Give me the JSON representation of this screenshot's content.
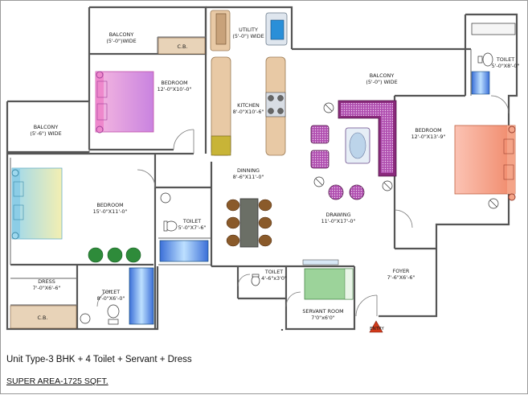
{
  "rooms": {
    "balcony_top_left": {
      "name": "BALCONY",
      "size": "(5'-0\")WIDE"
    },
    "cb_top": {
      "name": "C.B."
    },
    "utility": {
      "name": "UTILITY",
      "size": "(5'-0\") WIDE"
    },
    "balcony_top_right": {
      "name": "BALCONY",
      "size": "(5'-0\") WIDE"
    },
    "toilet_top_right": {
      "name": "TOILET",
      "size": "5'-0\"X8'-0\""
    },
    "bedroom_top": {
      "name": "BEDROOM",
      "size": "12'-0\"X10'-0\""
    },
    "kitchen": {
      "name": "KITCHEN",
      "size": "8'-0\"X10'-6\""
    },
    "bedroom_right": {
      "name": "BEDROOM",
      "size": "12'-0\"X13'-9\""
    },
    "balcony_left": {
      "name": "BALCONY",
      "size": "(5'-6\") WIDE"
    },
    "dinning": {
      "name": "DINNING",
      "size": "8'-6\"X11'-0\""
    },
    "drawing": {
      "name": "DRAWING",
      "size": "11'-0\"X17'-0\""
    },
    "bedroom_left": {
      "name": "BEDROOM",
      "size": "15'-0\"X11'-0\""
    },
    "toilet_mid": {
      "name": "TOILET",
      "size": "5'-0\"X7'-6\""
    },
    "foyer": {
      "name": "FOYER",
      "size": "7'-6\"X6'-6\""
    },
    "dress": {
      "name": "DRESS",
      "size": "7'-0\"X6'-6\""
    },
    "toilet_servant": {
      "name": "TOILET",
      "size": "4'-6\"x3'0\""
    },
    "toilet_bottom_left": {
      "name": "TOILET",
      "size": "8'-0\"X6'-0\""
    },
    "servant_room": {
      "name": "SERVANT ROOM",
      "size": "7'0\"x6'0\""
    },
    "cb_bottom": {
      "name": "C.B."
    },
    "entry": {
      "name": "ENTRY"
    }
  },
  "caption": {
    "unit_type": "Unit Type-3 BHK + 4 Toilet + Servant + Dress",
    "super_area": "SUPER AREA-1725 SQFT."
  },
  "colors": {
    "wall": "#555555",
    "bed_pink": "#ee88cc",
    "bed_blue": "#9ed8ee",
    "bed_orange": "#f4a488",
    "sofa_purple": "#8a2a7c",
    "counter_tan": "#e8c9a5",
    "fixture_blue": "#3b6fd8",
    "plant_green": "#2e8b3a",
    "entry_red": "#d23a1a"
  }
}
